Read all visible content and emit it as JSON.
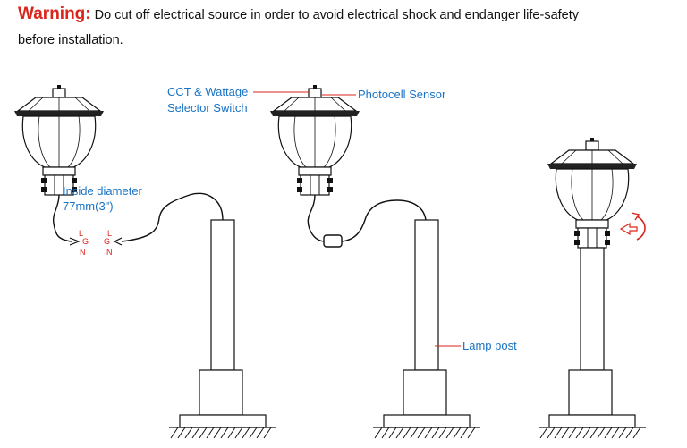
{
  "warning": {
    "label": "Warning:",
    "text": "Do cut off electrical source in order to avoid electrical shock and endanger life-safety",
    "text2": "before installation."
  },
  "labels": {
    "inside_diameter_1": "Inside diameter",
    "inside_diameter_2": "77mm(3\")",
    "cct_1": "CCT & Wattage",
    "cct_2": "Selector Switch",
    "photocell": "Photocell Sensor",
    "lamp_post": "Lamp post"
  },
  "wires": {
    "L": "L",
    "G": "G",
    "N": "N"
  },
  "colors": {
    "warning": "#d9261c",
    "callout": "#1a73c4",
    "wire_labels": "#d9261c"
  }
}
